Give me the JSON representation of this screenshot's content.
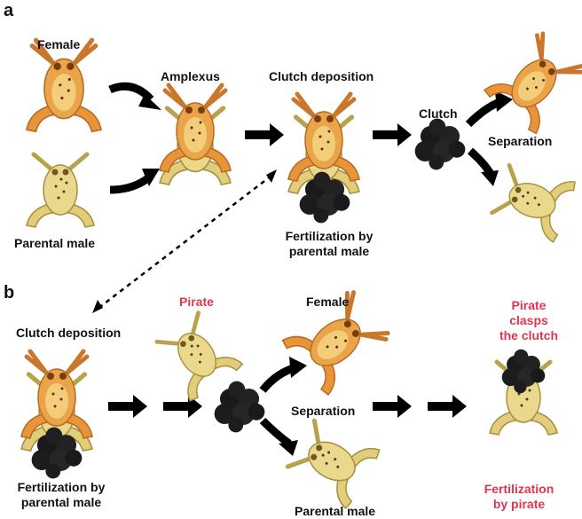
{
  "panel_a": {
    "letter": "a",
    "female": "Female",
    "parental_male": "Parental male",
    "amplexus": "Amplexus",
    "clutch_deposition": "Clutch deposition",
    "fertilization_line1": "Fertilization by",
    "fertilization_line2": "parental male",
    "clutch": "Clutch",
    "separation": "Separation"
  },
  "panel_b": {
    "letter": "b",
    "clutch_deposition": "Clutch deposition",
    "fertilization_line1": "Fertilization by",
    "fertilization_line2": "parental male",
    "pirate": "Pirate",
    "female": "Female",
    "separation": "Separation",
    "parental_male": "Parental male",
    "pirate_clasps_line1": "Pirate",
    "pirate_clasps_line2": "clasps",
    "pirate_clasps_line3": "the clutch",
    "fertilization_pirate_line1": "Fertilization",
    "fertilization_pirate_line2": "by pirate"
  },
  "colors": {
    "highlight_red": "#e0354d",
    "female_frog": "#e89a3c",
    "male_frog": "#e9d37f",
    "clutch": "#1c1c1c",
    "arrow": "#000000"
  }
}
